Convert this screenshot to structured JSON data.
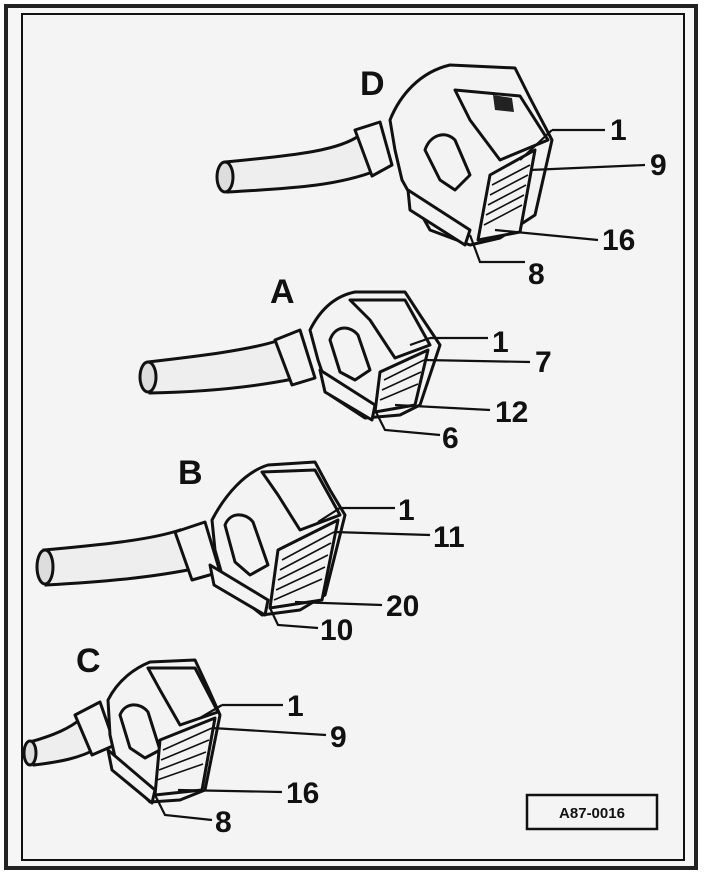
{
  "figure_ref": "A87-0016",
  "connectors": [
    {
      "label": "D",
      "pins": {
        "top_first": "1",
        "bottom_first": "9",
        "bottom_last": "16",
        "top_last": "8"
      }
    },
    {
      "label": "A",
      "pins": {
        "top_first": "1",
        "bottom_first": "7",
        "bottom_last": "12",
        "top_last": "6"
      }
    },
    {
      "label": "B",
      "pins": {
        "top_first": "1",
        "bottom_first": "11",
        "bottom_last": "20",
        "top_last": "10"
      }
    },
    {
      "label": "C",
      "pins": {
        "top_first": "1",
        "bottom_first": "9",
        "bottom_last": "16",
        "top_last": "8"
      }
    }
  ]
}
